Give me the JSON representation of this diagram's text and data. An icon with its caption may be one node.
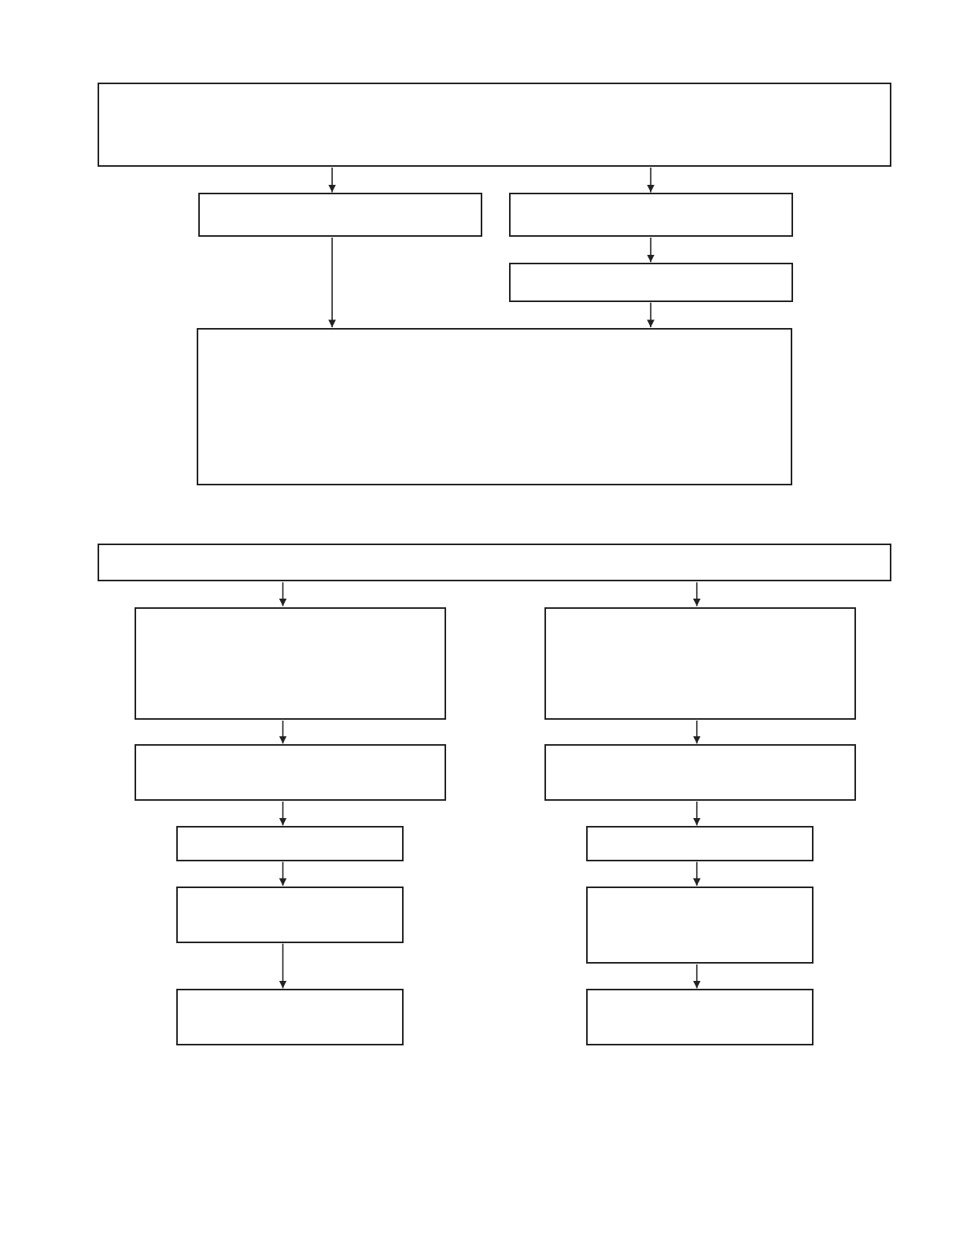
{
  "diagram": {
    "nodes": [
      {
        "text": [],
        "shape": "box"
      },
      {
        "text": [],
        "shape": "box"
      },
      {
        "text": [],
        "shape": "box"
      },
      {
        "text": [],
        "shape": "box"
      },
      {
        "text": [],
        "shape": "box"
      },
      {
        "text": [],
        "shape": "box"
      },
      {
        "text": [],
        "shape": "box"
      },
      {
        "text": [],
        "shape": "box"
      },
      {
        "text": [],
        "shape": "box"
      },
      {
        "text": [],
        "shape": "box"
      },
      {
        "text": [],
        "shape": "box"
      },
      {
        "text": [],
        "shape": "box"
      },
      {
        "text": [],
        "shape": "box"
      },
      {
        "text": [],
        "shape": "box"
      },
      {
        "text": [],
        "shape": "box"
      },
      {
        "text": [],
        "shape": "box"
      }
    ],
    "edges": [
      {
        "from": 0,
        "to": 1,
        "arrow": "to"
      },
      {
        "from": 0,
        "to": 2,
        "arrow": "to"
      },
      {
        "from": 2,
        "to": 3,
        "arrow": "to"
      },
      {
        "from": 1,
        "to": 4,
        "arrow": "to"
      },
      {
        "from": 3,
        "to": 4,
        "arrow": "to"
      },
      {
        "from": 5,
        "to": 6,
        "arrow": "to"
      },
      {
        "from": 5,
        "to": 7,
        "arrow": "to"
      },
      {
        "from": 6,
        "to": 8,
        "arrow": "to"
      },
      {
        "from": 7,
        "to": 9,
        "arrow": "to"
      },
      {
        "from": 8,
        "to": 10,
        "arrow": "to"
      },
      {
        "from": 9,
        "to": 11,
        "arrow": "to"
      },
      {
        "from": 10,
        "to": 12,
        "arrow": "to"
      },
      {
        "from": 11,
        "to": 13,
        "arrow": "to"
      },
      {
        "from": 12,
        "to": 14,
        "arrow": "to"
      },
      {
        "from": 13,
        "to": 15,
        "arrow": "to"
      }
    ]
  }
}
